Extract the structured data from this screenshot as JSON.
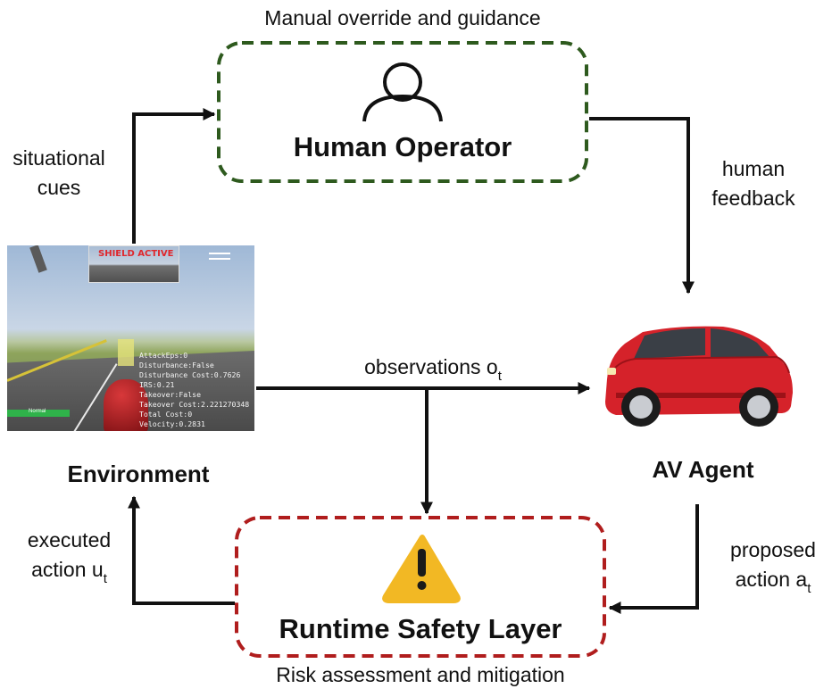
{
  "top_caption": "Manual override and guidance",
  "bottom_caption": "Risk assessment and mitigation",
  "human_operator": {
    "title": "Human Operator",
    "icon": "person-icon",
    "border_color": "#2e5a1e"
  },
  "runtime_safety": {
    "title": "Runtime Safety Layer",
    "icon": "warning-icon",
    "border_color": "#b01d1d",
    "icon_color": "#f2b824"
  },
  "environment_label": "Environment",
  "av_agent_label": "AV Agent",
  "edges": {
    "situational_cues": {
      "line1": "situational",
      "line2": "cues"
    },
    "human_feedback": {
      "line1": "human",
      "line2": "feedback"
    },
    "observations": {
      "text": "observations o",
      "sub": "t"
    },
    "executed_action": {
      "line1": "executed",
      "line2": "action u",
      "sub": "t"
    },
    "proposed_action": {
      "line1": "proposed",
      "line2": "action a",
      "sub": "t"
    }
  },
  "simulator": {
    "banner": "SHIELD ACTIVE",
    "status": "Normal",
    "hud": [
      "AttackEps:0",
      "Disturbance:False",
      "Disturbance Cost:0.7626",
      "IRS:0.21",
      "Takeover:False",
      "Takeover Cost:2.221270348",
      "Total Cost:0",
      "Velocity:0.2831"
    ]
  }
}
